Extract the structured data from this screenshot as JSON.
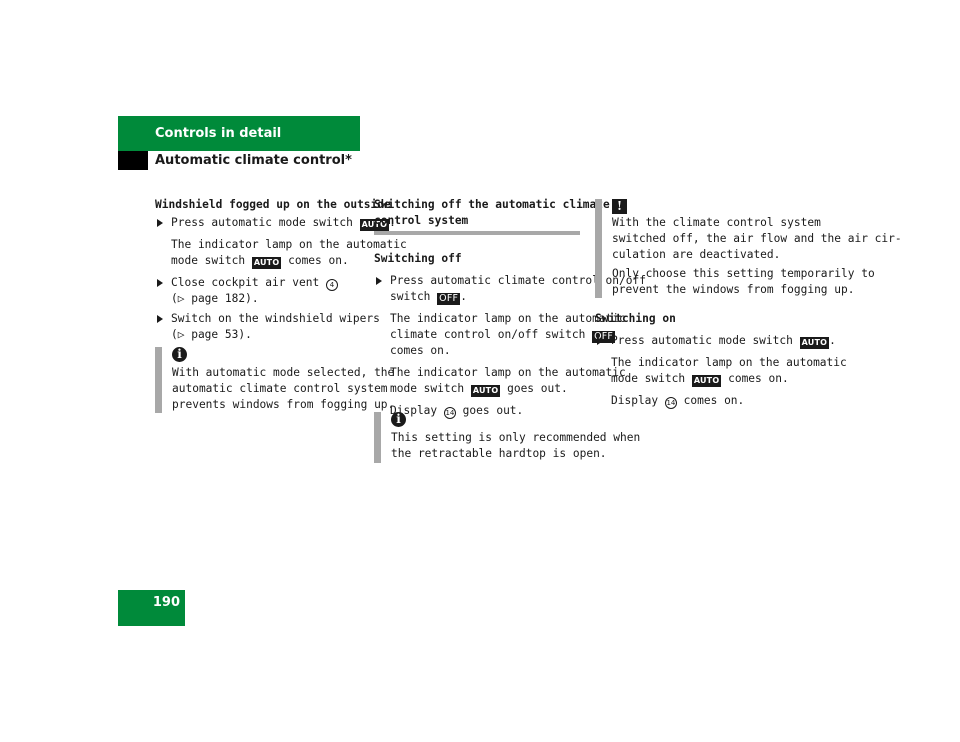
{
  "header": {
    "section": "Controls in detail",
    "subsection": "Automatic climate control*"
  },
  "page_number": "190",
  "keys": {
    "auto": "AUTO",
    "off": "OFF"
  },
  "col1": {
    "heading": "Windshield fogged up on the outside",
    "step1_a": "Press automatic mode switch",
    "step1_b": ".",
    "result1_l1": "The indicator lamp on the automatic",
    "result1_l2a": "mode switch",
    "result1_l2b": "comes on.",
    "step2_l1a": "Close cockpit air vent",
    "step2_num": "4",
    "step2_l2": "(▷ page 182).",
    "step3_l1": "Switch on the windshield wipers",
    "step3_l2": "(▷ page 53).",
    "note_icon": "i",
    "note_l1": "With automatic mode selected, the",
    "note_l2": "automatic climate control system",
    "note_l3": "prevents windows from fogging up."
  },
  "col2": {
    "heading_l1": "Switching off the automatic climate",
    "heading_l2": "control system",
    "sub": "Switching off",
    "step_l1": "Press automatic climate control on/off",
    "step_l2a": "switch",
    "step_l2b": ".",
    "r1_l1": "The indicator lamp on the automatic",
    "r1_l2": "climate control on/off switch",
    "r1_l3": "comes on.",
    "r2_l1": "The indicator lamp on the automatic",
    "r2_l2a": "mode switch",
    "r2_l2b": "goes out.",
    "r3a": "Display",
    "display_num": "14",
    "r3b": "goes out.",
    "note_icon": "i",
    "note_l1": "This setting is only recommended when",
    "note_l2": "the retractable hardtop is open."
  },
  "col3": {
    "warn_icon": "!",
    "warn_l1": "With the climate control system",
    "warn_l2": "switched off, the air flow and the air cir-",
    "warn_l3": "culation are deactivated.",
    "warn_l4": "Only choose this setting temporarily to",
    "warn_l5": "prevent the windows from fogging up.",
    "sub": "Switching on",
    "step_a": "Press automatic mode switch",
    "step_b": ".",
    "r1_l1": "The indicator lamp on the automatic",
    "r1_l2a": "mode switch",
    "r1_l2b": "comes on.",
    "r2a": "Display",
    "display_num": "14",
    "r2b": "comes on."
  }
}
